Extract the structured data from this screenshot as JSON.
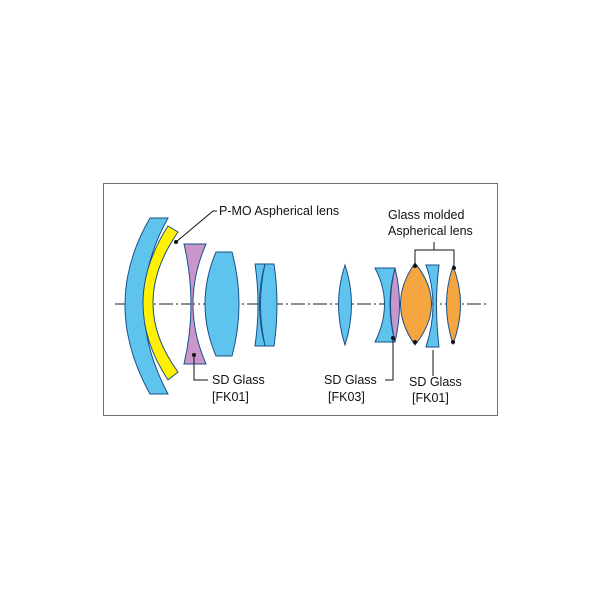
{
  "labels": {
    "pmo": "P-MO Aspherical lens",
    "glass_molded_line1": "Glass molded",
    "glass_molded_line2": "Aspherical lens",
    "sd1_line1": "SD Glass",
    "sd1_line2": "[FK01]",
    "sd2_line1": "SD Glass",
    "sd2_line2": "[FK03]",
    "sd3_line1": "SD Glass",
    "sd3_line2": "[FK01]"
  },
  "colors": {
    "standard_glass": "#5ec4ee",
    "p_mo_aspherical": "#fff100",
    "sd_glass": "#c996cc",
    "glass_molded_aspherical": "#f6a641",
    "outline": "#1a4f8a",
    "frame": "#6f6f6f"
  }
}
